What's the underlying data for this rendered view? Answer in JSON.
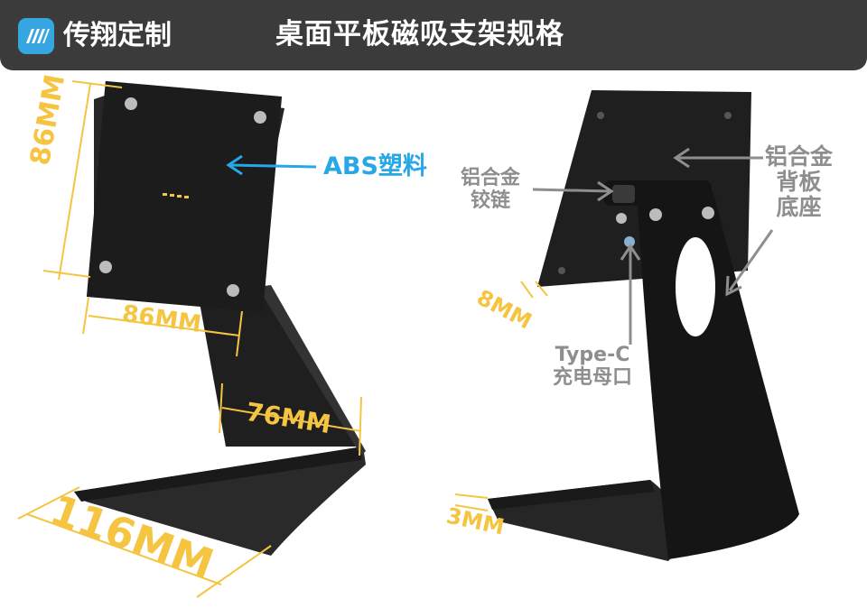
{
  "header": {
    "brand": "传翔定制",
    "title": "桌面平板磁吸支架规格",
    "logo_icon": "brand-stripes-logo",
    "logo_color": "#35a6e0",
    "bar_color": "#3b3b3b"
  },
  "left_view": {
    "height_label": "86MM",
    "width_label": "86MM",
    "depth_label": "76MM",
    "base_label": "116MM",
    "material_label": "ABS塑料"
  },
  "right_view": {
    "hinge_label": [
      "铝合金",
      "铰链"
    ],
    "backplate_label": [
      "铝合金",
      "背板",
      "底座"
    ],
    "thickness_label": "8MM",
    "base_thickness_label": "3MM",
    "port_label": [
      "Type-C",
      "充电母口"
    ]
  },
  "colors": {
    "dimension": "#f5c542",
    "material_arrow": "#27a7e6",
    "callout": "#8e8e8e",
    "product": "#1c1c1c"
  }
}
